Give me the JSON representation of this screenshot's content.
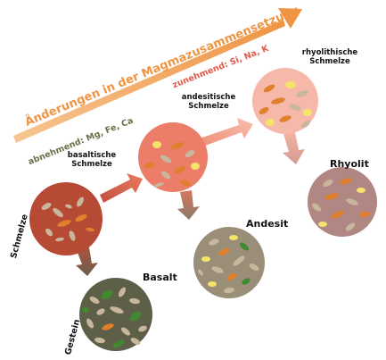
{
  "trend": {
    "main_label": "Änderungen in der Magmazusammensetzung",
    "increasing_label": "zunehmend: Si, Na, K",
    "decreasing_label": "abnehmend: Mg, Fe, Ca"
  },
  "melts": [
    {
      "id": "basaltic",
      "label_line1": "basaltische",
      "label_line2": "Schmelze",
      "color": "#b64a34"
    },
    {
      "id": "andesitic",
      "label_line1": "andesitische",
      "label_line2": "Schmelze",
      "color": "#ec7d68"
    },
    {
      "id": "rhyolitic",
      "label_line1": "rhyolithische",
      "label_line2": "Schmelze",
      "color": "#f5b8a9"
    }
  ],
  "rocks": [
    {
      "id": "basalt",
      "label": "Basalt",
      "color": "#5e5f48"
    },
    {
      "id": "andesit",
      "label": "Andesit",
      "color": "#9a8e78"
    },
    {
      "id": "rhyolit",
      "label": "Rhyolit",
      "color": "#b18783"
    }
  ],
  "side_labels": {
    "melt": "Schmelze",
    "rock": "Gestein"
  },
  "colors": {
    "trend_orange": "#f0974a",
    "increasing_red": "#e05a4a",
    "decreasing_olive": "#6e7049",
    "crystal_green": "#3f8a2e",
    "crystal_orange": "#e07f2c",
    "crystal_beige": "#c9b79d",
    "crystal_yellow": "#f5e36a"
  }
}
